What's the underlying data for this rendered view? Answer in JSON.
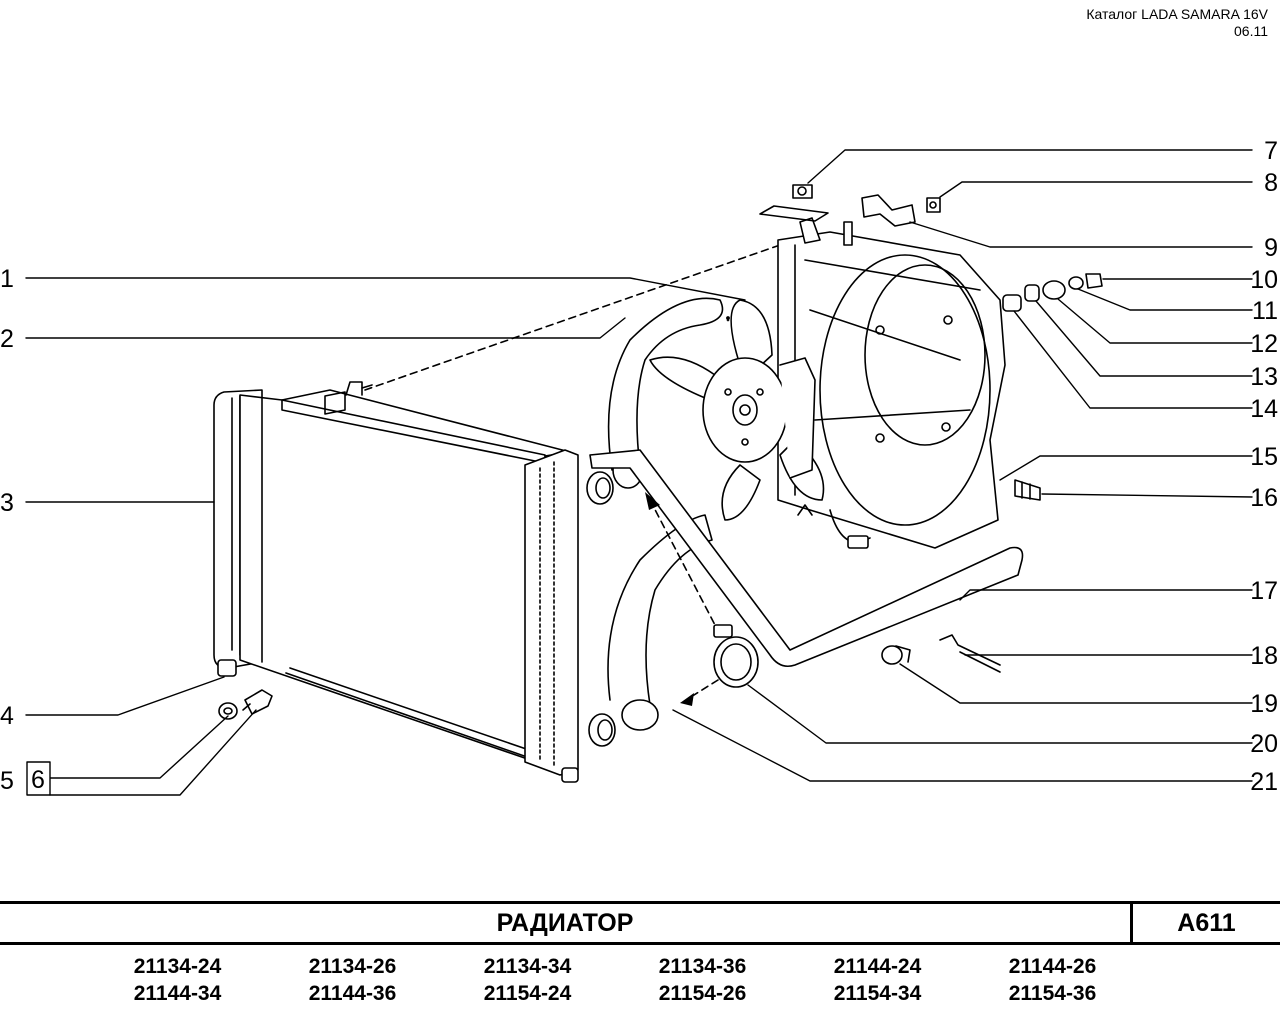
{
  "header": {
    "catalog": "Каталог LADA SAMARA 16V",
    "date": "06.11"
  },
  "callouts": {
    "left": [
      "1",
      "2",
      "3",
      "4",
      "5"
    ],
    "box": "6",
    "right": [
      "7",
      "8",
      "9",
      "10",
      "11",
      "12",
      "13",
      "14",
      "15",
      "16",
      "17",
      "18",
      "19",
      "20",
      "21"
    ]
  },
  "footer": {
    "title": "РАДИАТОР",
    "code": "A611",
    "models": [
      "21134-24",
      "21134-26",
      "21134-34",
      "21134-36",
      "21144-24",
      "21144-26",
      "21144-34",
      "21144-36",
      "21154-24",
      "21154-26",
      "21154-34",
      "21154-36"
    ]
  }
}
